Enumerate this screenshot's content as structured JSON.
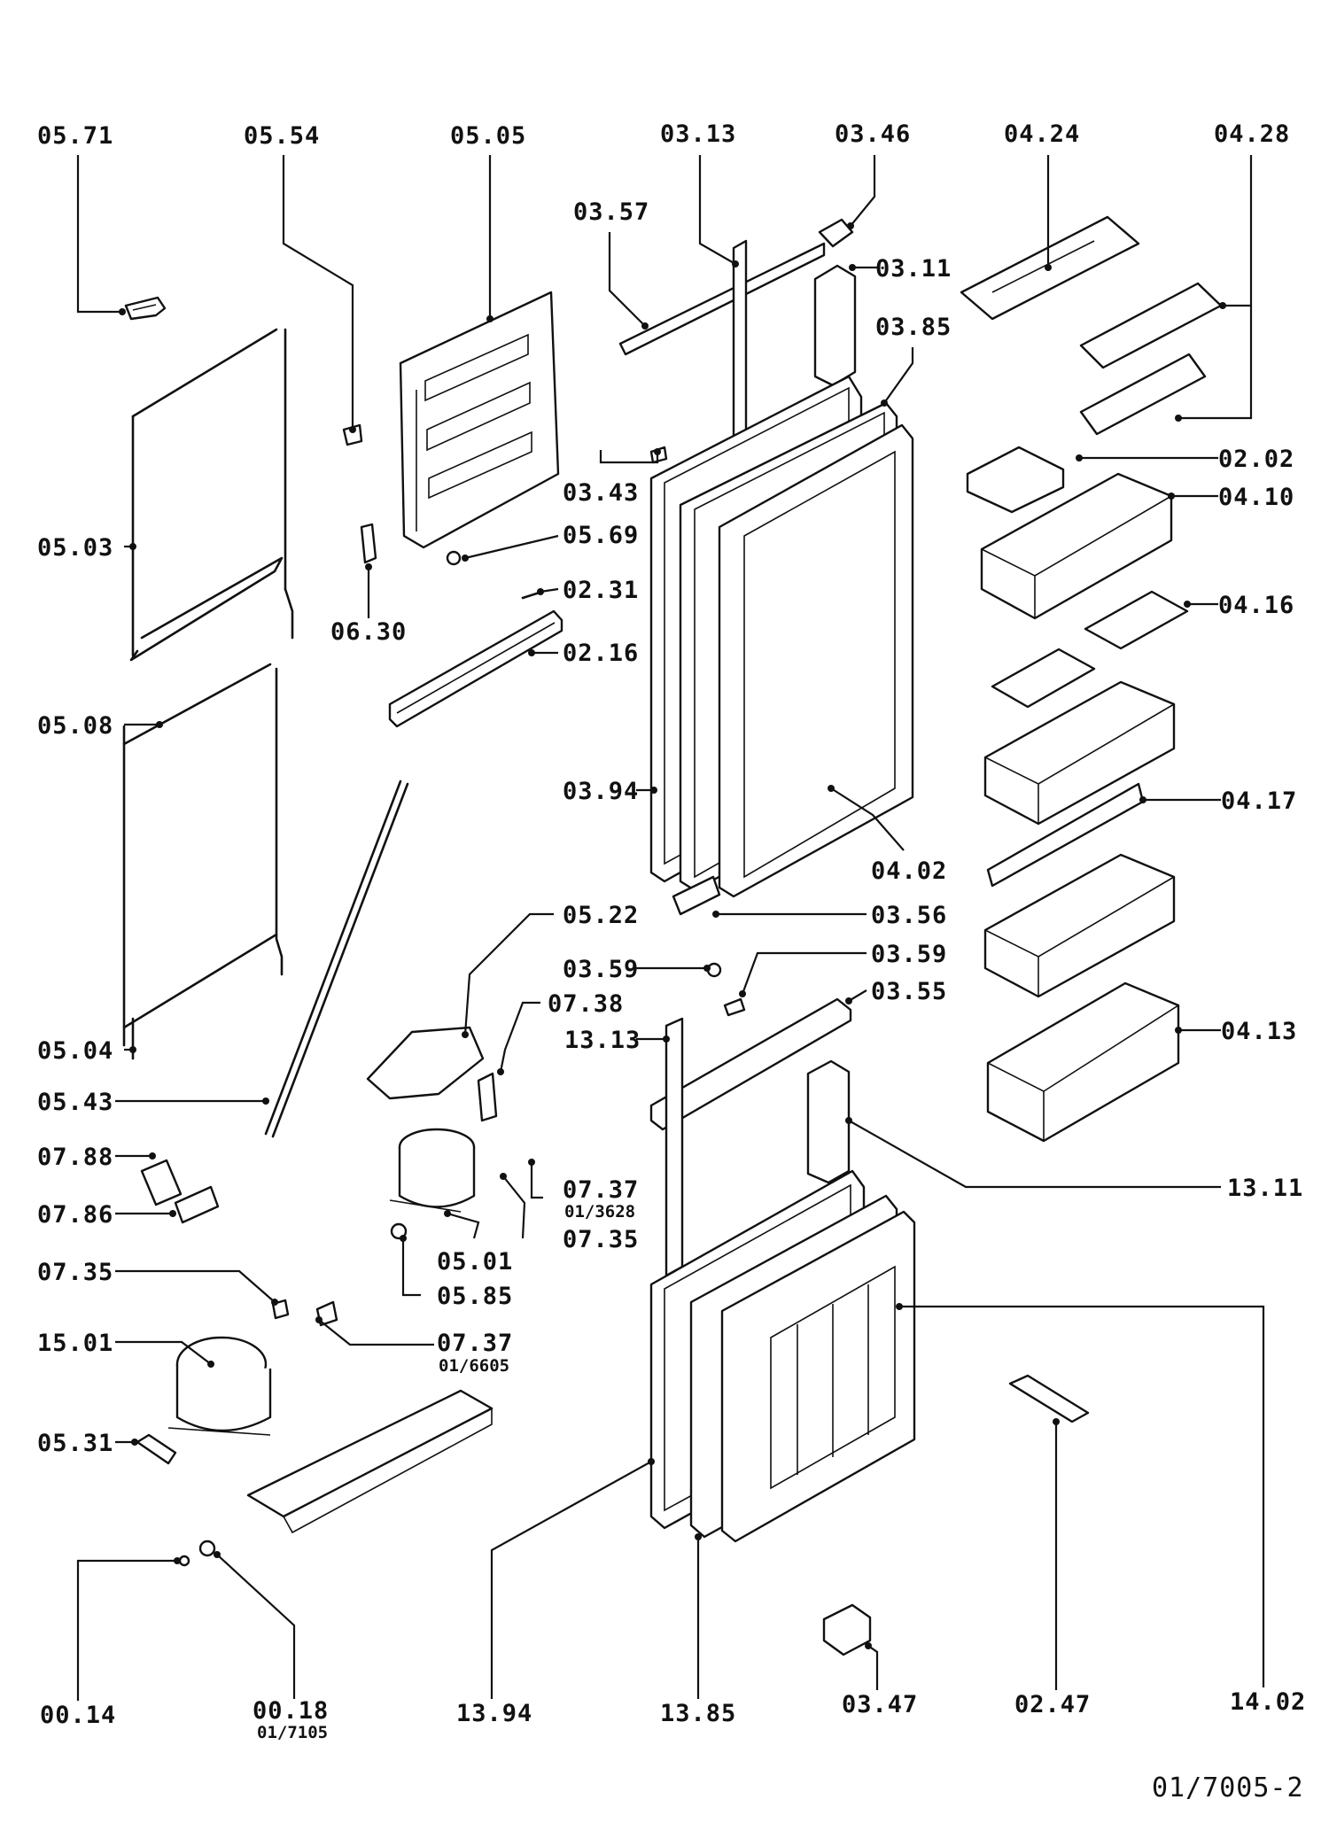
{
  "diagram": {
    "reference": "01/7005-2",
    "parts": [
      {
        "code": "05.71"
      },
      {
        "code": "05.54"
      },
      {
        "code": "05.05"
      },
      {
        "code": "03.13"
      },
      {
        "code": "03.46"
      },
      {
        "code": "04.24"
      },
      {
        "code": "04.28"
      },
      {
        "code": "03.57"
      },
      {
        "code": "03.11"
      },
      {
        "code": "03.85"
      },
      {
        "code": "02.02"
      },
      {
        "code": "04.10"
      },
      {
        "code": "03.43"
      },
      {
        "code": "05.03"
      },
      {
        "code": "05.69"
      },
      {
        "code": "02.31"
      },
      {
        "code": "04.16"
      },
      {
        "code": "06.30"
      },
      {
        "code": "02.16"
      },
      {
        "code": "05.08"
      },
      {
        "code": "03.94"
      },
      {
        "code": "04.17"
      },
      {
        "code": "04.02"
      },
      {
        "code": "05.22"
      },
      {
        "code": "03.56"
      },
      {
        "code": "03.59"
      },
      {
        "code": "03.59"
      },
      {
        "code": "07.38"
      },
      {
        "code": "03.55"
      },
      {
        "code": "05.04"
      },
      {
        "code": "13.13"
      },
      {
        "code": "04.13"
      },
      {
        "code": "05.43"
      },
      {
        "code": "07.88"
      },
      {
        "code": "07.37",
        "sub": "01/3628"
      },
      {
        "code": "13.11"
      },
      {
        "code": "07.86"
      },
      {
        "code": "07.35"
      },
      {
        "code": "05.01"
      },
      {
        "code": "07.35"
      },
      {
        "code": "05.85"
      },
      {
        "code": "07.37",
        "sub": "01/6605"
      },
      {
        "code": "15.01"
      },
      {
        "code": "05.31"
      },
      {
        "code": "00.14"
      },
      {
        "code": "00.18",
        "sub": "01/7105"
      },
      {
        "code": "13.94"
      },
      {
        "code": "13.85"
      },
      {
        "code": "03.47"
      },
      {
        "code": "02.47"
      },
      {
        "code": "14.02"
      }
    ]
  }
}
